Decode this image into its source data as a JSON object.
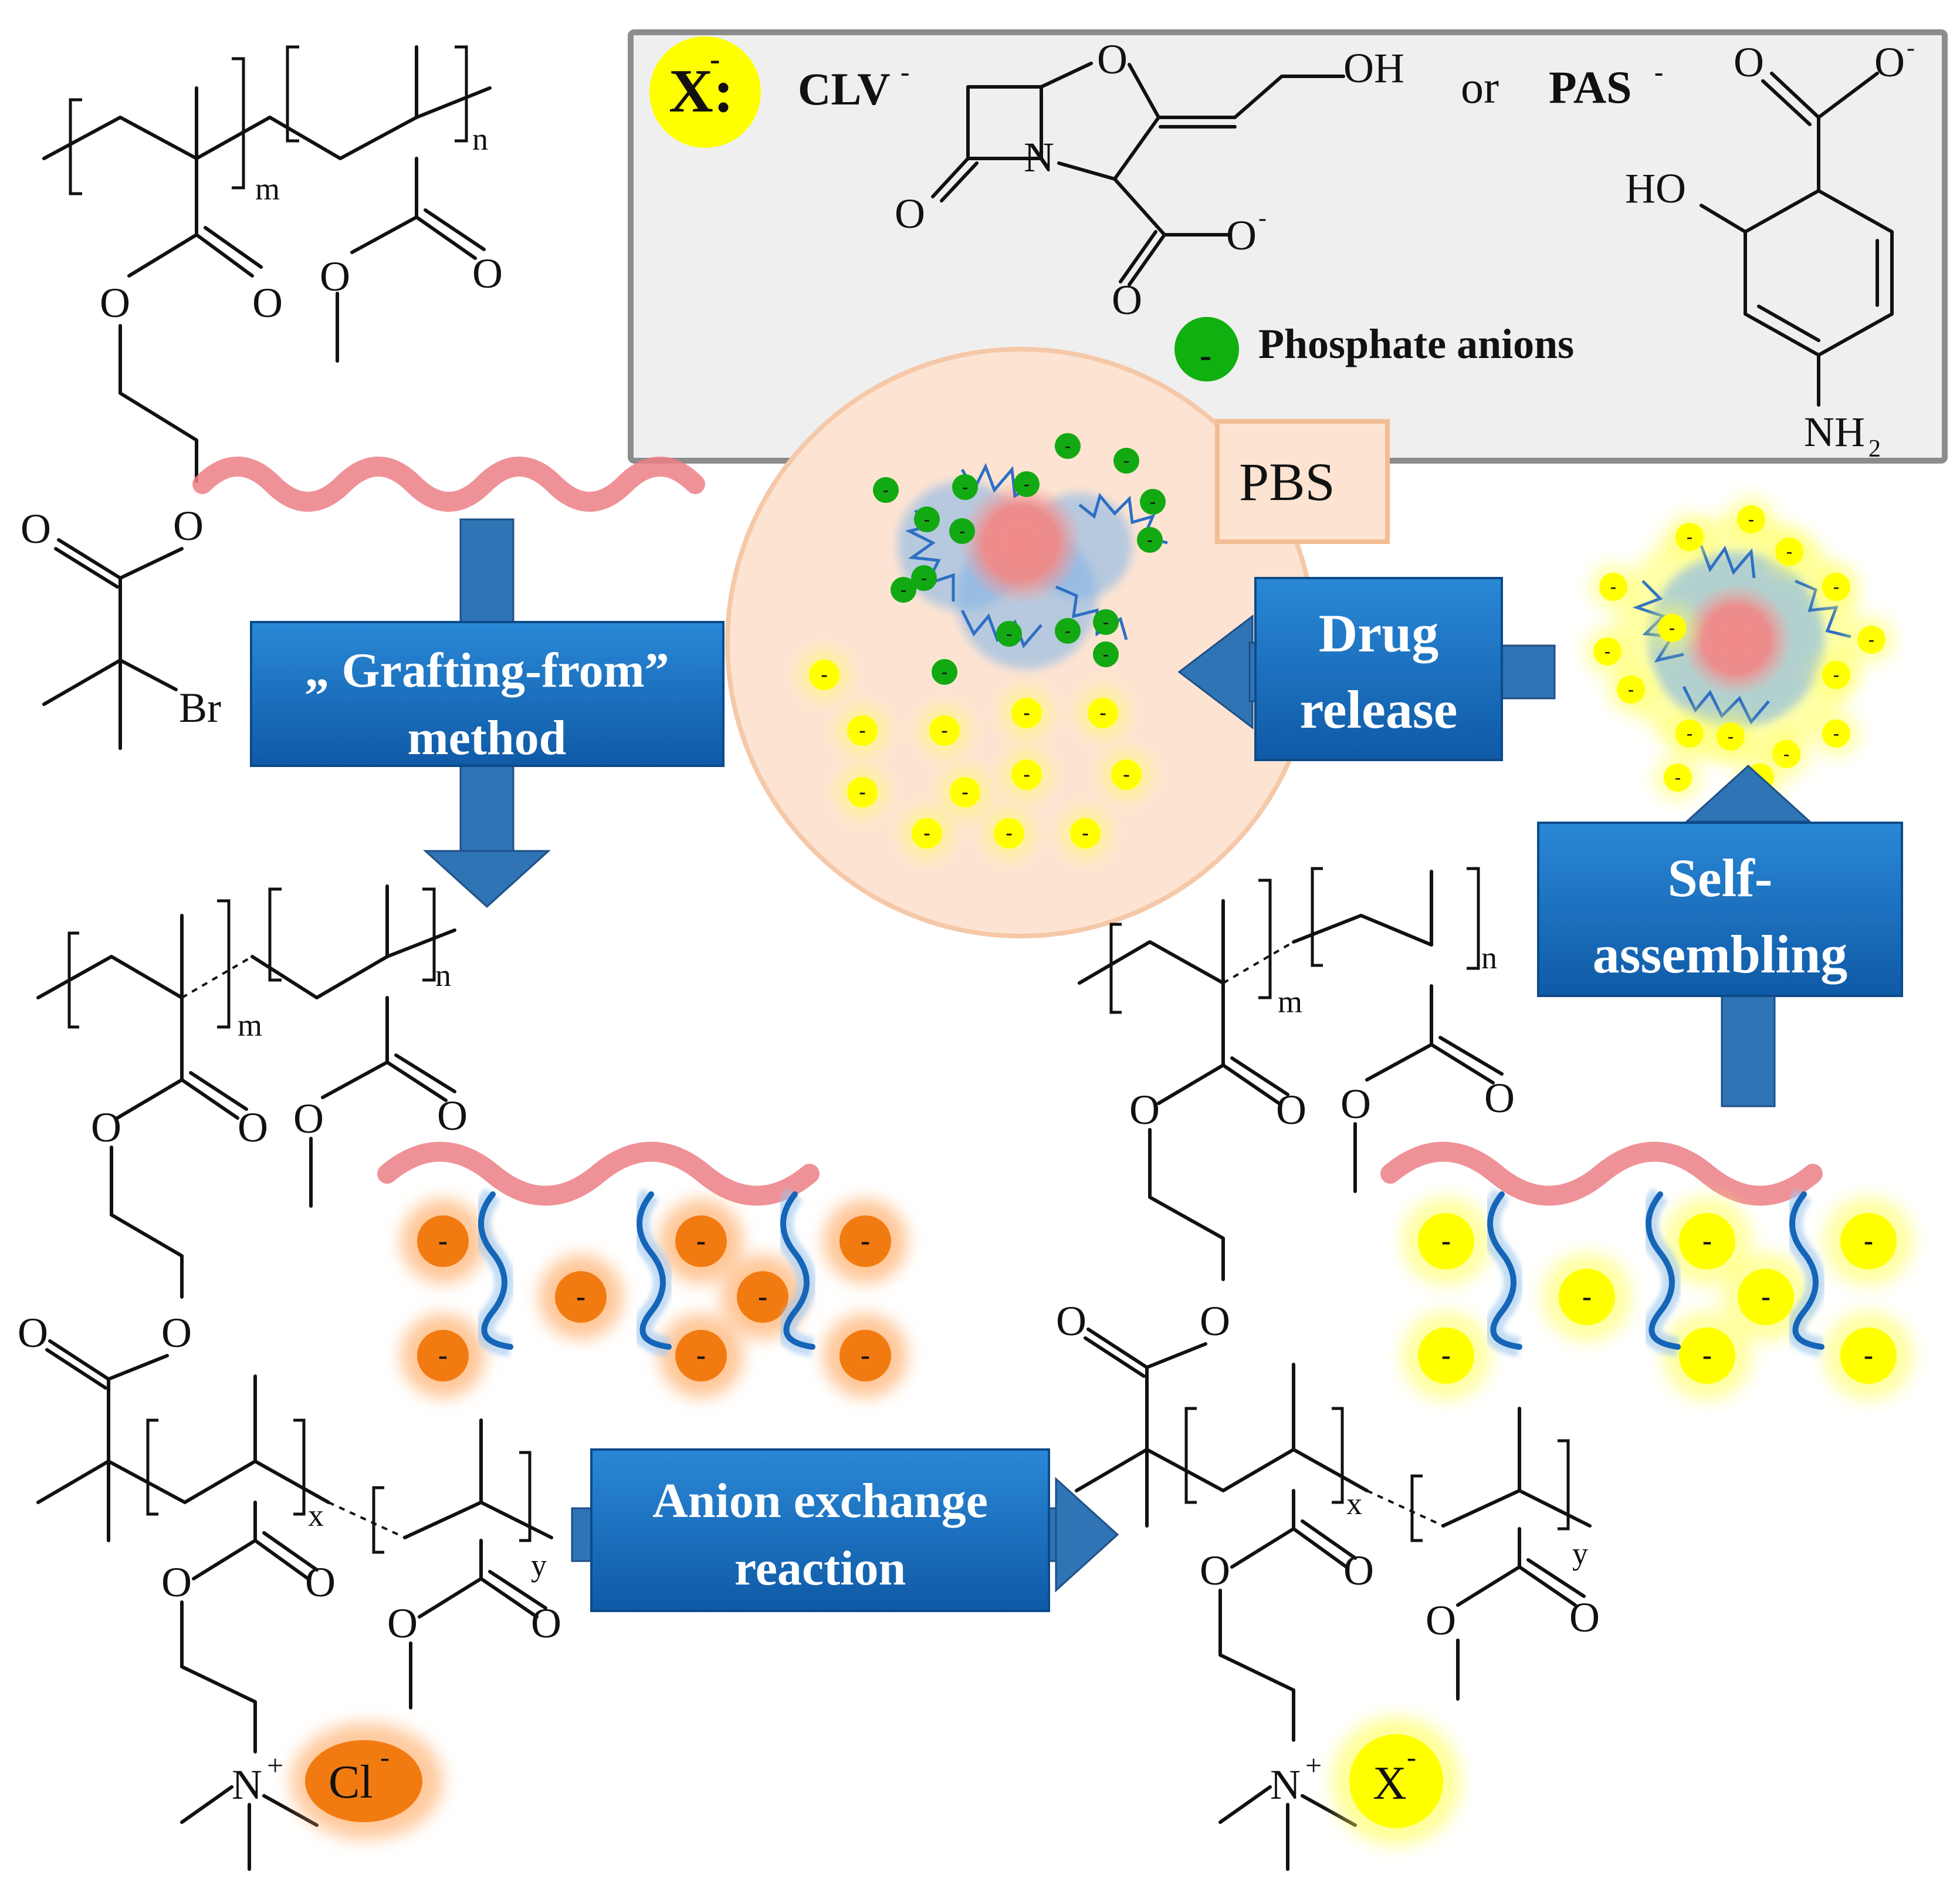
{
  "legend": {
    "x_label": "X:",
    "clv_label": "CLV",
    "pas_label": "PAS",
    "minus_sup": "-",
    "or_label": "or",
    "phosphate_label": "Phosphate anions",
    "clv_atoms": {
      "o_ring": "O",
      "oh": "OH",
      "n": "N",
      "o_carbonyl": "O",
      "o_carboxyl": "O",
      "o_minus": "O"
    },
    "pas_atoms": {
      "o_top": "O",
      "o_minus": "O",
      "ho": "HO",
      "nh2": "NH",
      "sub2": "2"
    }
  },
  "labels": {
    "pbs": "PBS",
    "grafting_line1": "„ Grafting-from”",
    "grafting_line2": "method",
    "drug_line1": "Drug",
    "drug_line2": "release",
    "self_line1": "Self-",
    "self_line2": "assembling",
    "anion_line1": "Anion exchange",
    "anion_line2": "reaction"
  },
  "atoms": {
    "o": "O",
    "br": "Br",
    "n": "N",
    "plus": "+",
    "cl": "Cl",
    "x": "X",
    "minus": "-",
    "sub_m": "m",
    "sub_n": "n",
    "sub_x": "x",
    "sub_y": "y"
  },
  "colors": {
    "arrow_blue": "#2f74b5",
    "chloride_orange": "#f07a10",
    "drug_yellow": "#ffff00",
    "phosphate_green": "#1aa81a",
    "backbone_pink": "#ec7f86",
    "side_chain_blue": "#1565b8",
    "pbs_circle": "#fde4d2"
  }
}
